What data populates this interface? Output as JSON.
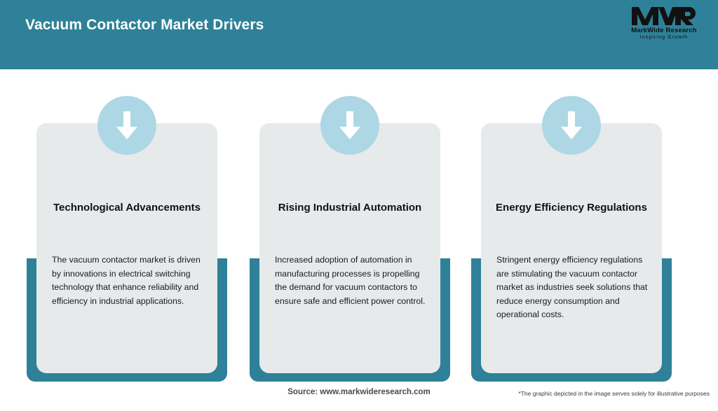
{
  "header": {
    "title": "Vacuum Contactor Market Drivers",
    "bg_color": "#2e8198",
    "title_color": "#ffffff"
  },
  "logo": {
    "mark": "MWR",
    "name": "MarkWide Research",
    "tagline": "Inspiring Growth"
  },
  "cards": [
    {
      "icon": "down-arrow-icon",
      "title": "Technological Advancements",
      "description": "The vacuum contactor market is driven by innovations in electrical switching technology that enhance reliability and efficiency in industrial applications."
    },
    {
      "icon": "down-arrow-icon",
      "title": "Rising Industrial Automation",
      "description": "Increased adoption of automation in manufacturing processes is propelling the demand for vacuum contactors to ensure safe and efficient power control."
    },
    {
      "icon": "down-arrow-icon",
      "title": "Energy Efficiency Regulations",
      "description": "Stringent energy efficiency regulations are stimulating the vacuum contactor market as industries seek solutions that reduce energy consumption and operational costs."
    }
  ],
  "footer": {
    "source": "Source: www.markwideresearch.com",
    "disclaimer": "*The graphic depicted in the image serves solely for illustrative purposes"
  },
  "colors": {
    "accent_teal": "#2e8198",
    "icon_circle": "#aed7e5",
    "card_bg": "#e6eaeb",
    "page_bg": "#ffffff"
  }
}
